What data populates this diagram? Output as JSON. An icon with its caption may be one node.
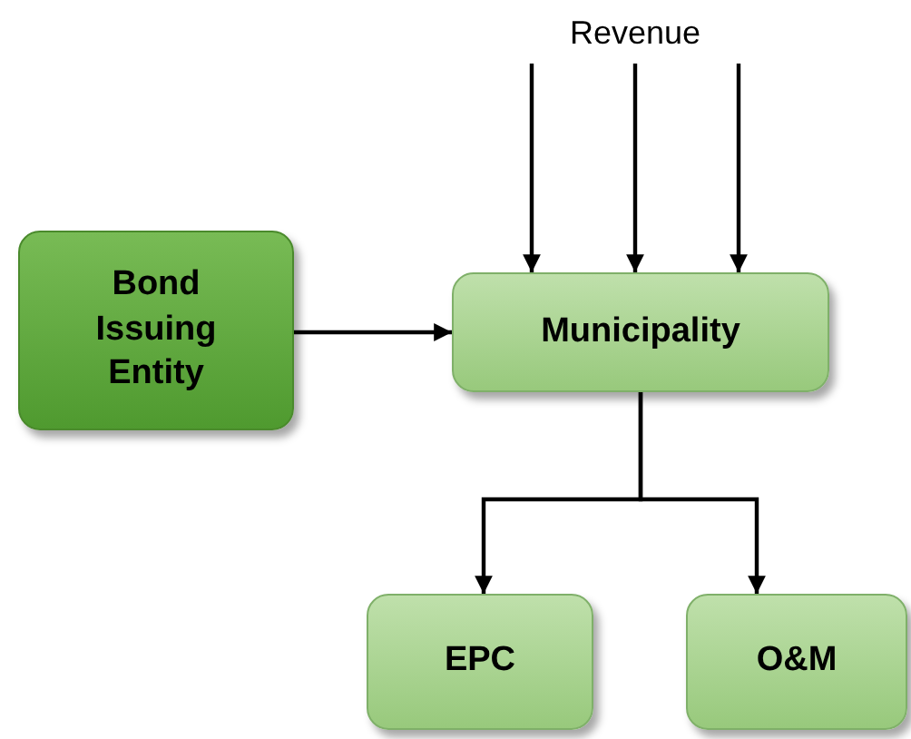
{
  "diagram": {
    "nodes": [
      {
        "text": [
          "Revenue"
        ]
      },
      {
        "text": [
          "Bond Issuing Entity"
        ]
      },
      {
        "text": [
          "Municipality"
        ]
      },
      {
        "text": [
          "EPC"
        ]
      },
      {
        "text": [
          "O&M"
        ]
      }
    ],
    "edges": [
      {
        "from": 0,
        "to": 2,
        "arrow": "to"
      },
      {
        "from": 0,
        "to": 2,
        "arrow": "to"
      },
      {
        "from": 0,
        "to": 2,
        "arrow": "to"
      },
      {
        "from": 1,
        "to": 2,
        "arrow": "to"
      },
      {
        "from": 2,
        "to": 3,
        "arrow": "to"
      },
      {
        "from": 2,
        "to": 4,
        "arrow": "to"
      }
    ]
  }
}
